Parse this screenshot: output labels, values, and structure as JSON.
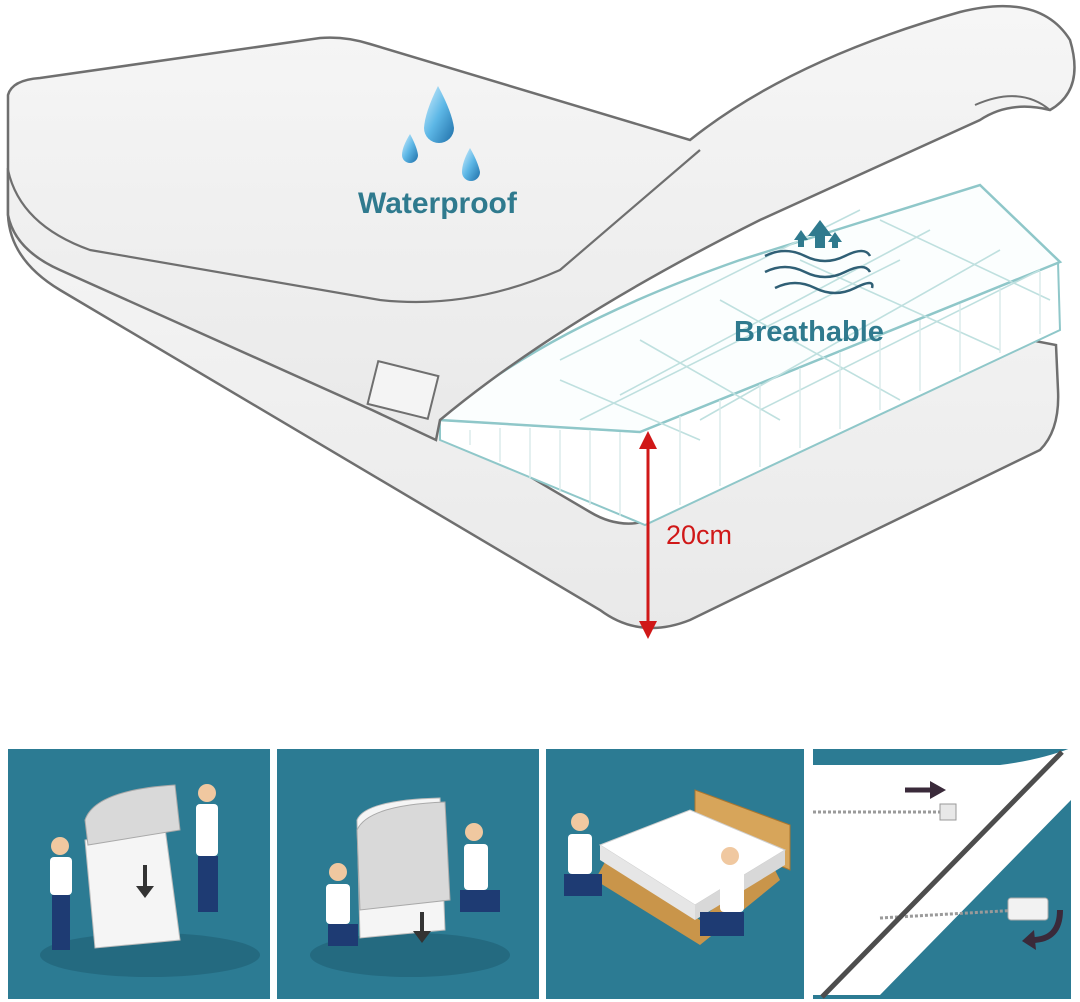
{
  "labels": {
    "waterproof": "Waterproof",
    "breathable": "Breathable",
    "height": "20cm"
  },
  "icons": [
    "water-drops-icon",
    "airflow-waves-icon",
    "arrow-up-icon",
    "arrow-down-icon",
    "zipper-arrow-icon",
    "curved-arrow-icon"
  ],
  "colors": {
    "label_teal": "#2f7a8e",
    "panel_teal": "#2c7b93",
    "dimension_red": "#d01818",
    "outline_gray": "#6f6f6f"
  },
  "steps": [
    {
      "name": "step-1-pull-cover-down"
    },
    {
      "name": "step-2-slide-cover-down"
    },
    {
      "name": "step-3-place-on-bed"
    },
    {
      "name": "step-4-close-zipper"
    }
  ]
}
